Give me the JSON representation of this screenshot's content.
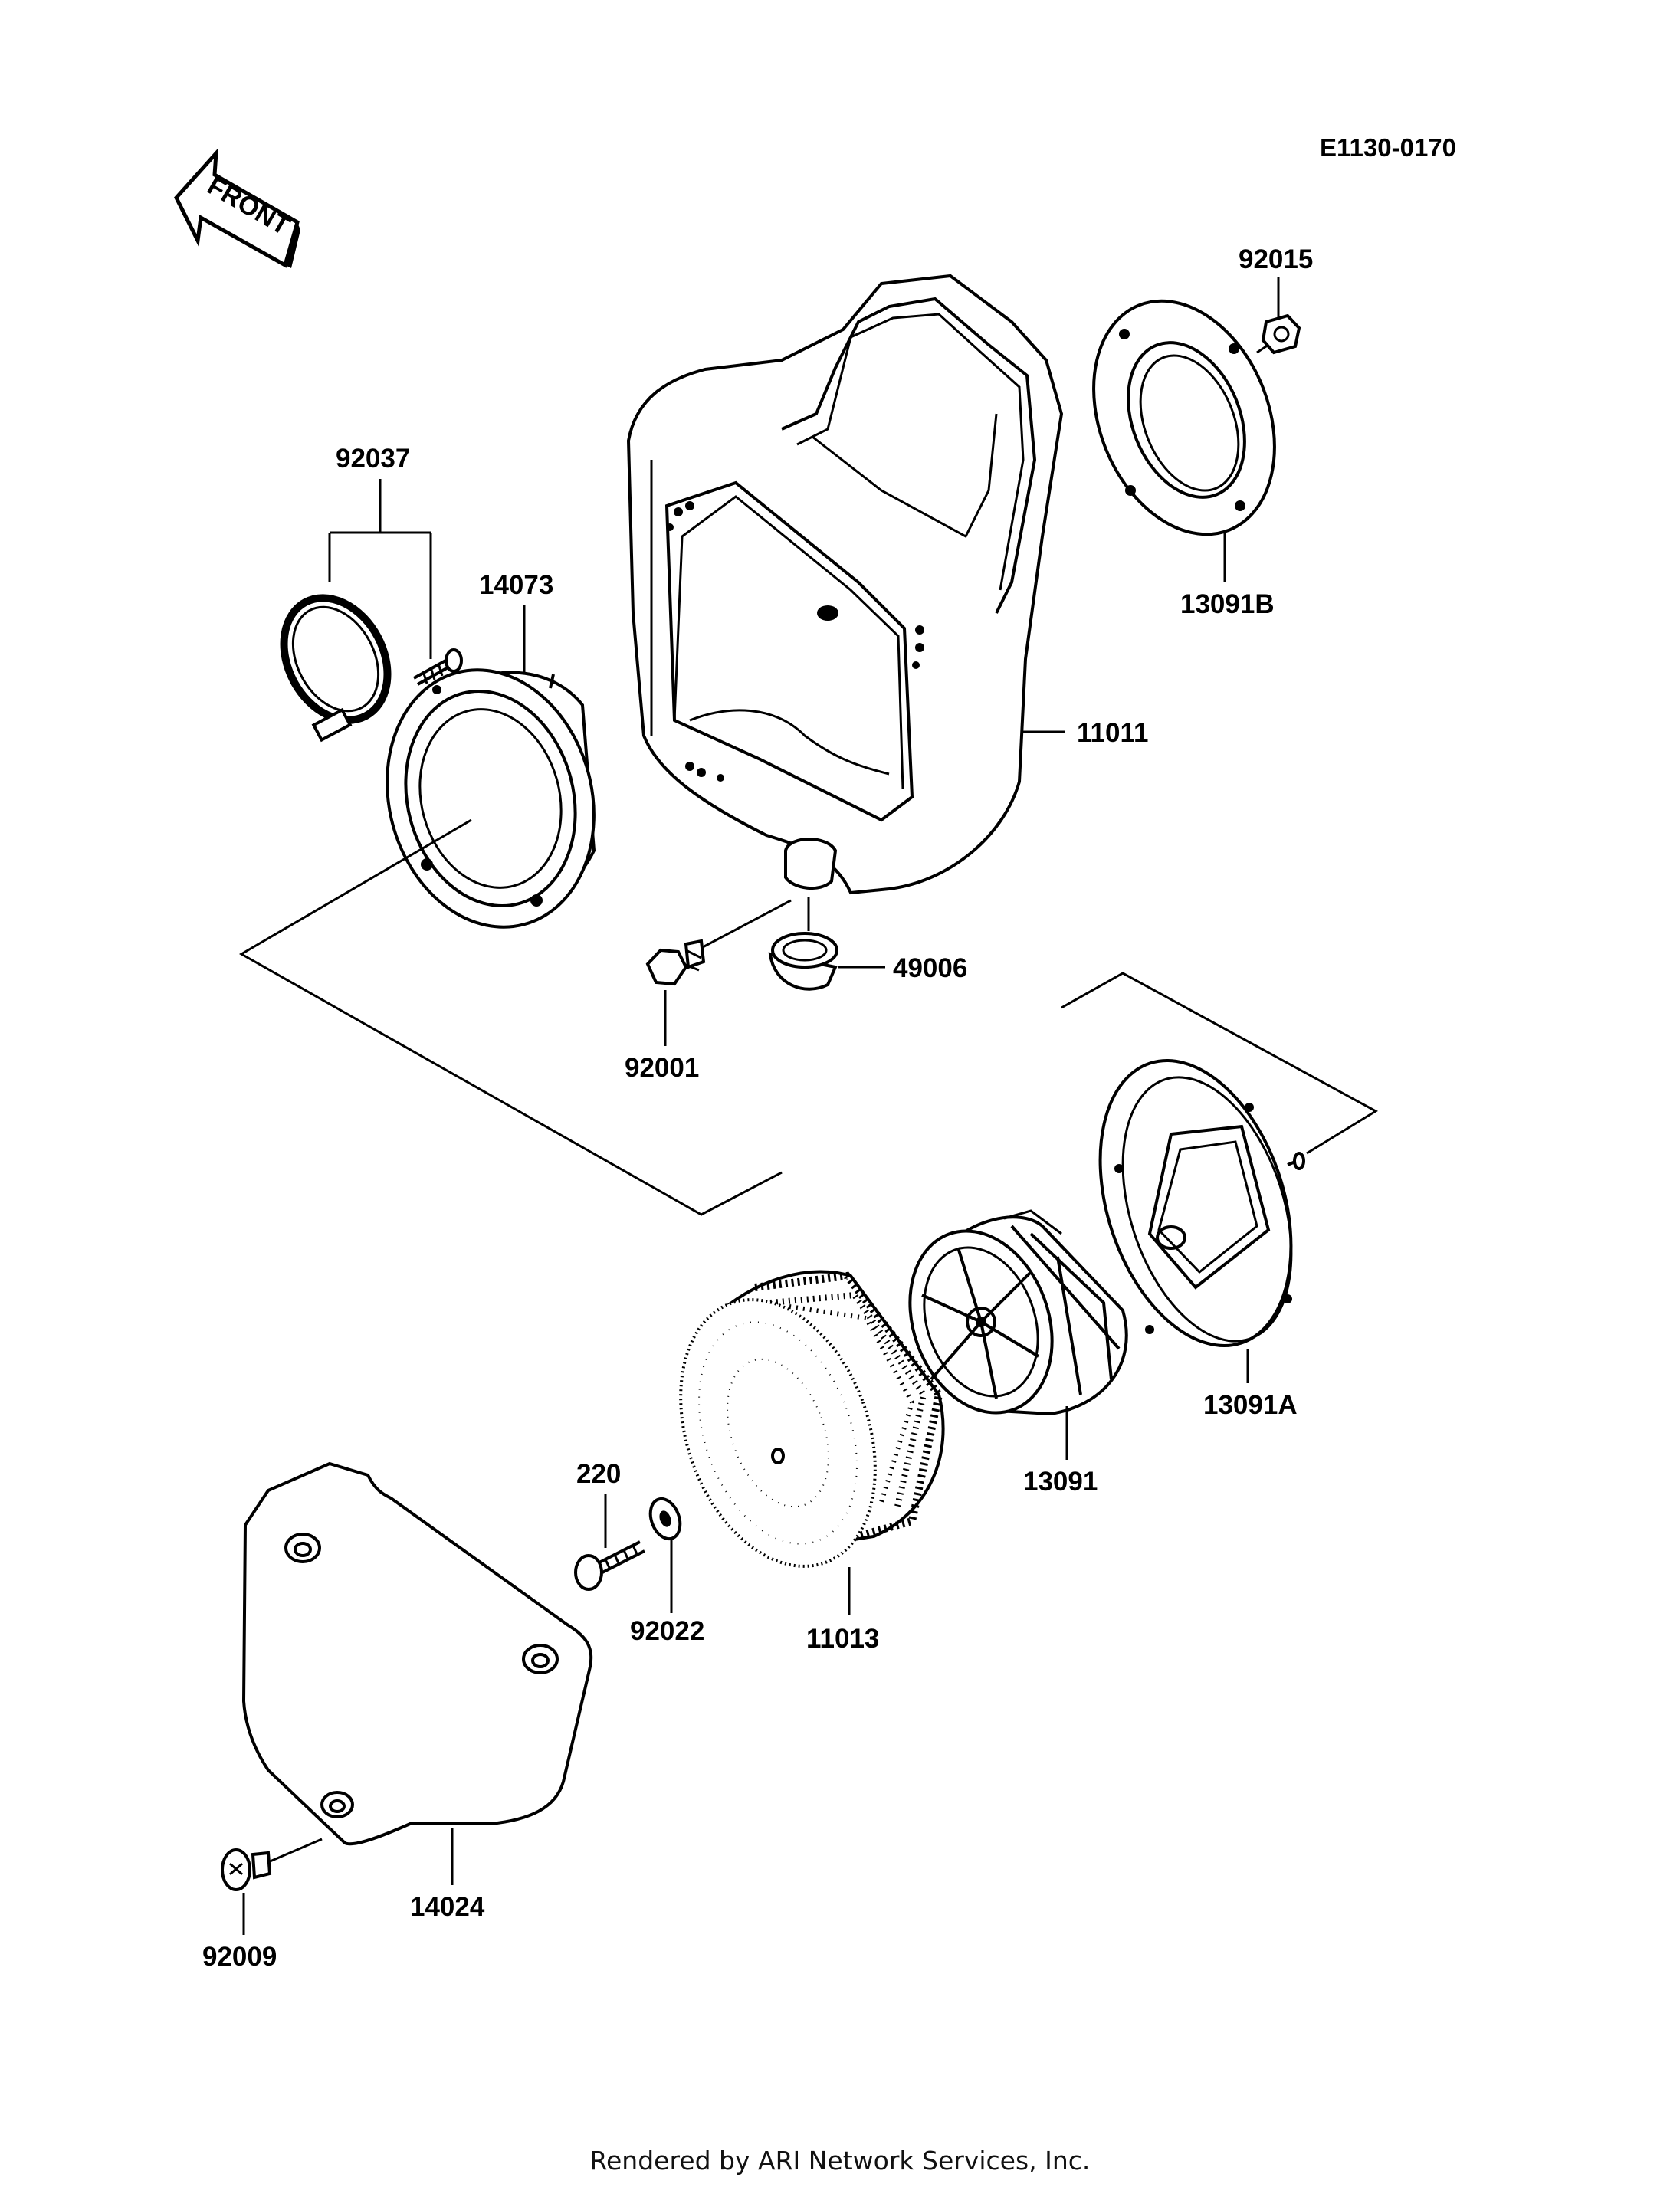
{
  "diagram": {
    "code": "E1130-0170",
    "front_arrow_label": "FRONT",
    "parts": {
      "p92015": "92015",
      "p92037": "92037",
      "p14073": "14073",
      "p13091B": "13091B",
      "p11011": "11011",
      "p49006": "49006",
      "p92001": "92001",
      "p13091A": "13091A",
      "p13091": "13091",
      "p220": "220",
      "p92022": "92022",
      "p11013": "11013",
      "p14024": "14024",
      "p92009": "92009"
    }
  },
  "footer": {
    "text": "Rendered by ARI Network Services, Inc."
  }
}
